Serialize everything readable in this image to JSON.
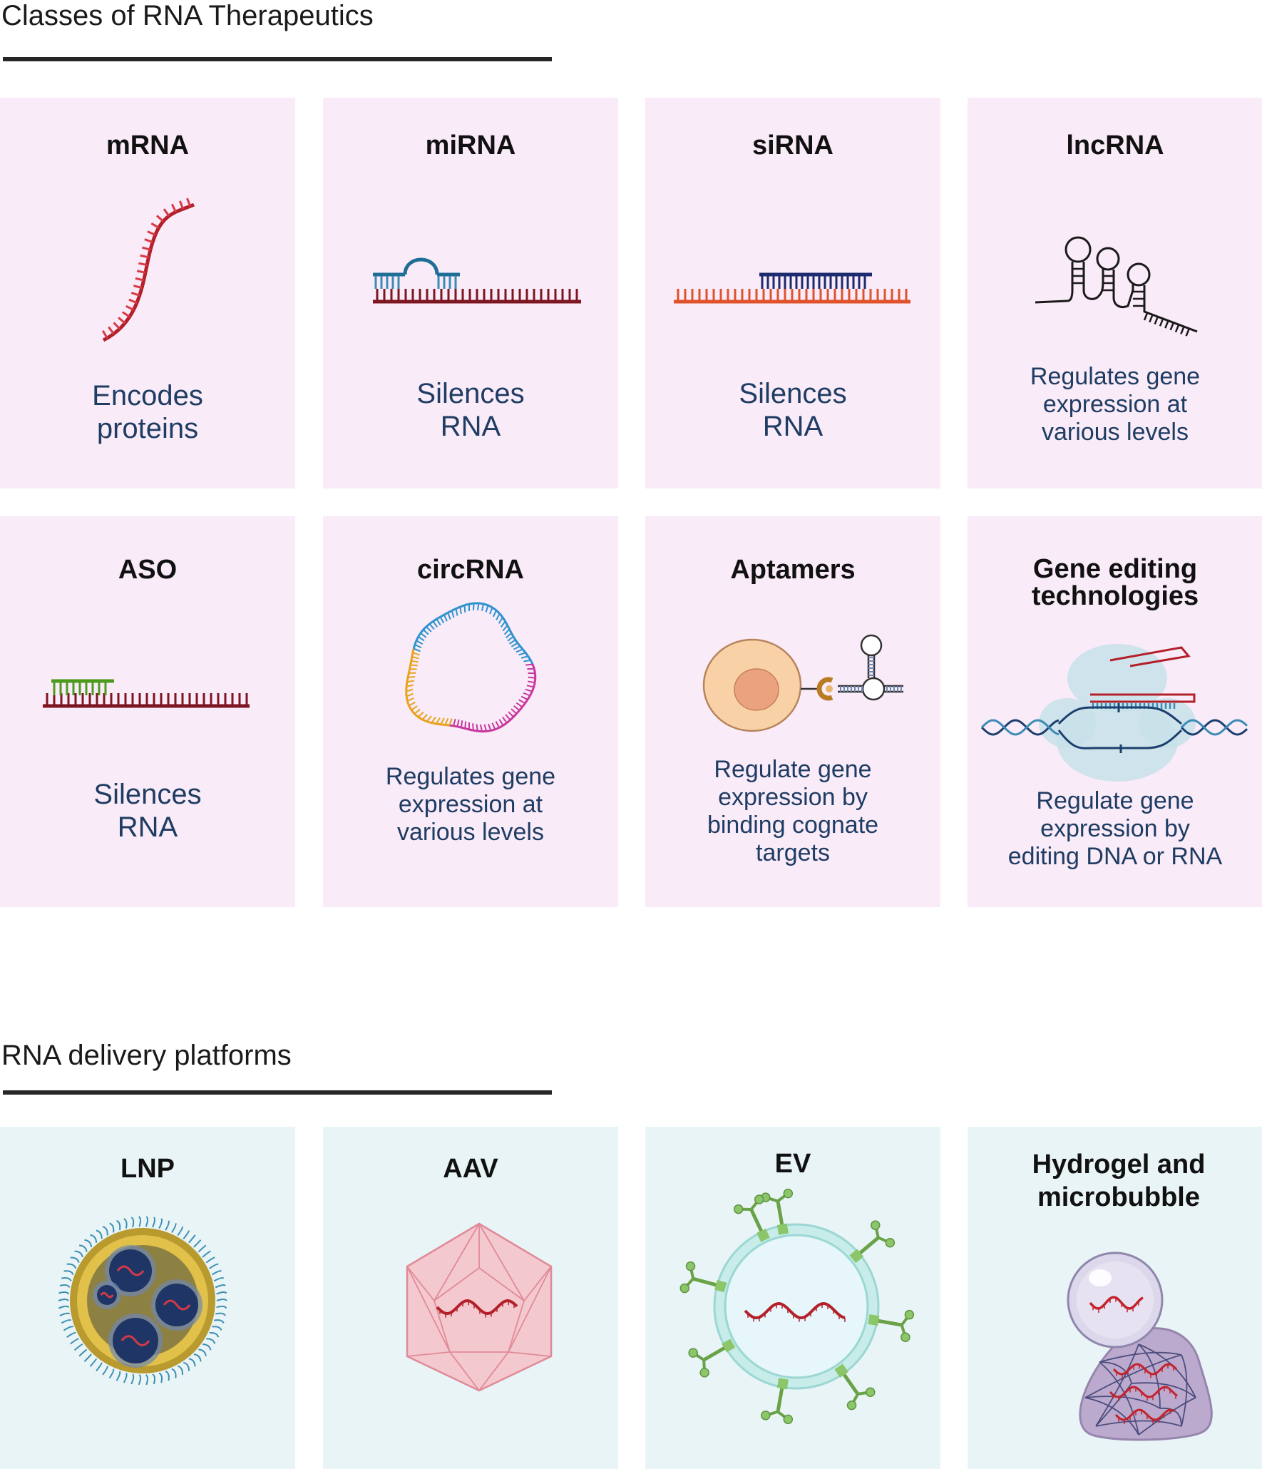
{
  "sections": [
    {
      "title": "Classes of RNA Therapeutics",
      "cards": [
        {
          "title": "mRNA",
          "desc": [
            "Encodes",
            "proteins"
          ],
          "icon": "mrna-strand-icon"
        },
        {
          "title": "miRNA",
          "desc": [
            "Silences",
            "RNA"
          ],
          "icon": "mirna-duplex-icon"
        },
        {
          "title": "siRNA",
          "desc": [
            "Silences",
            "RNA"
          ],
          "icon": "sirna-duplex-icon"
        },
        {
          "title": "lncRNA",
          "desc": [
            "Regulates gene",
            "expression at",
            "various levels"
          ],
          "icon": "lncrna-hairpins-icon"
        },
        {
          "title": "ASO",
          "desc": [
            "Silences",
            "RNA"
          ],
          "icon": "aso-binding-icon"
        },
        {
          "title": "circRNA",
          "desc": [
            "Regulates gene",
            "expression at",
            "various levels"
          ],
          "icon": "circrna-ring-icon"
        },
        {
          "title": "Aptamers",
          "desc": [
            "Regulate gene",
            "expression by",
            "binding cognate",
            "targets"
          ],
          "icon": "aptamer-cell-icon"
        },
        {
          "title": [
            "Gene editing",
            "technologies"
          ],
          "desc": [
            "Regulate gene",
            "expression by",
            "editing DNA or RNA"
          ],
          "icon": "crispr-complex-icon"
        }
      ]
    },
    {
      "title": "RNA delivery platforms",
      "cards": [
        {
          "title": "LNP",
          "icon": "lipid-nanoparticle-icon"
        },
        {
          "title": "AAV",
          "icon": "aav-capsid-icon"
        },
        {
          "title": "EV",
          "icon": "extracellular-vesicle-icon"
        },
        {
          "title": [
            "Hydrogel and",
            "microbubble"
          ],
          "icon": "hydrogel-microbubble-icon"
        }
      ]
    }
  ],
  "colors": {
    "card_pink": "#f9ebf8",
    "card_blue": "#e9f4f7",
    "desc_text": "#1f3c63",
    "rna_red": "#b3202a",
    "dark_red": "#7d1620"
  }
}
